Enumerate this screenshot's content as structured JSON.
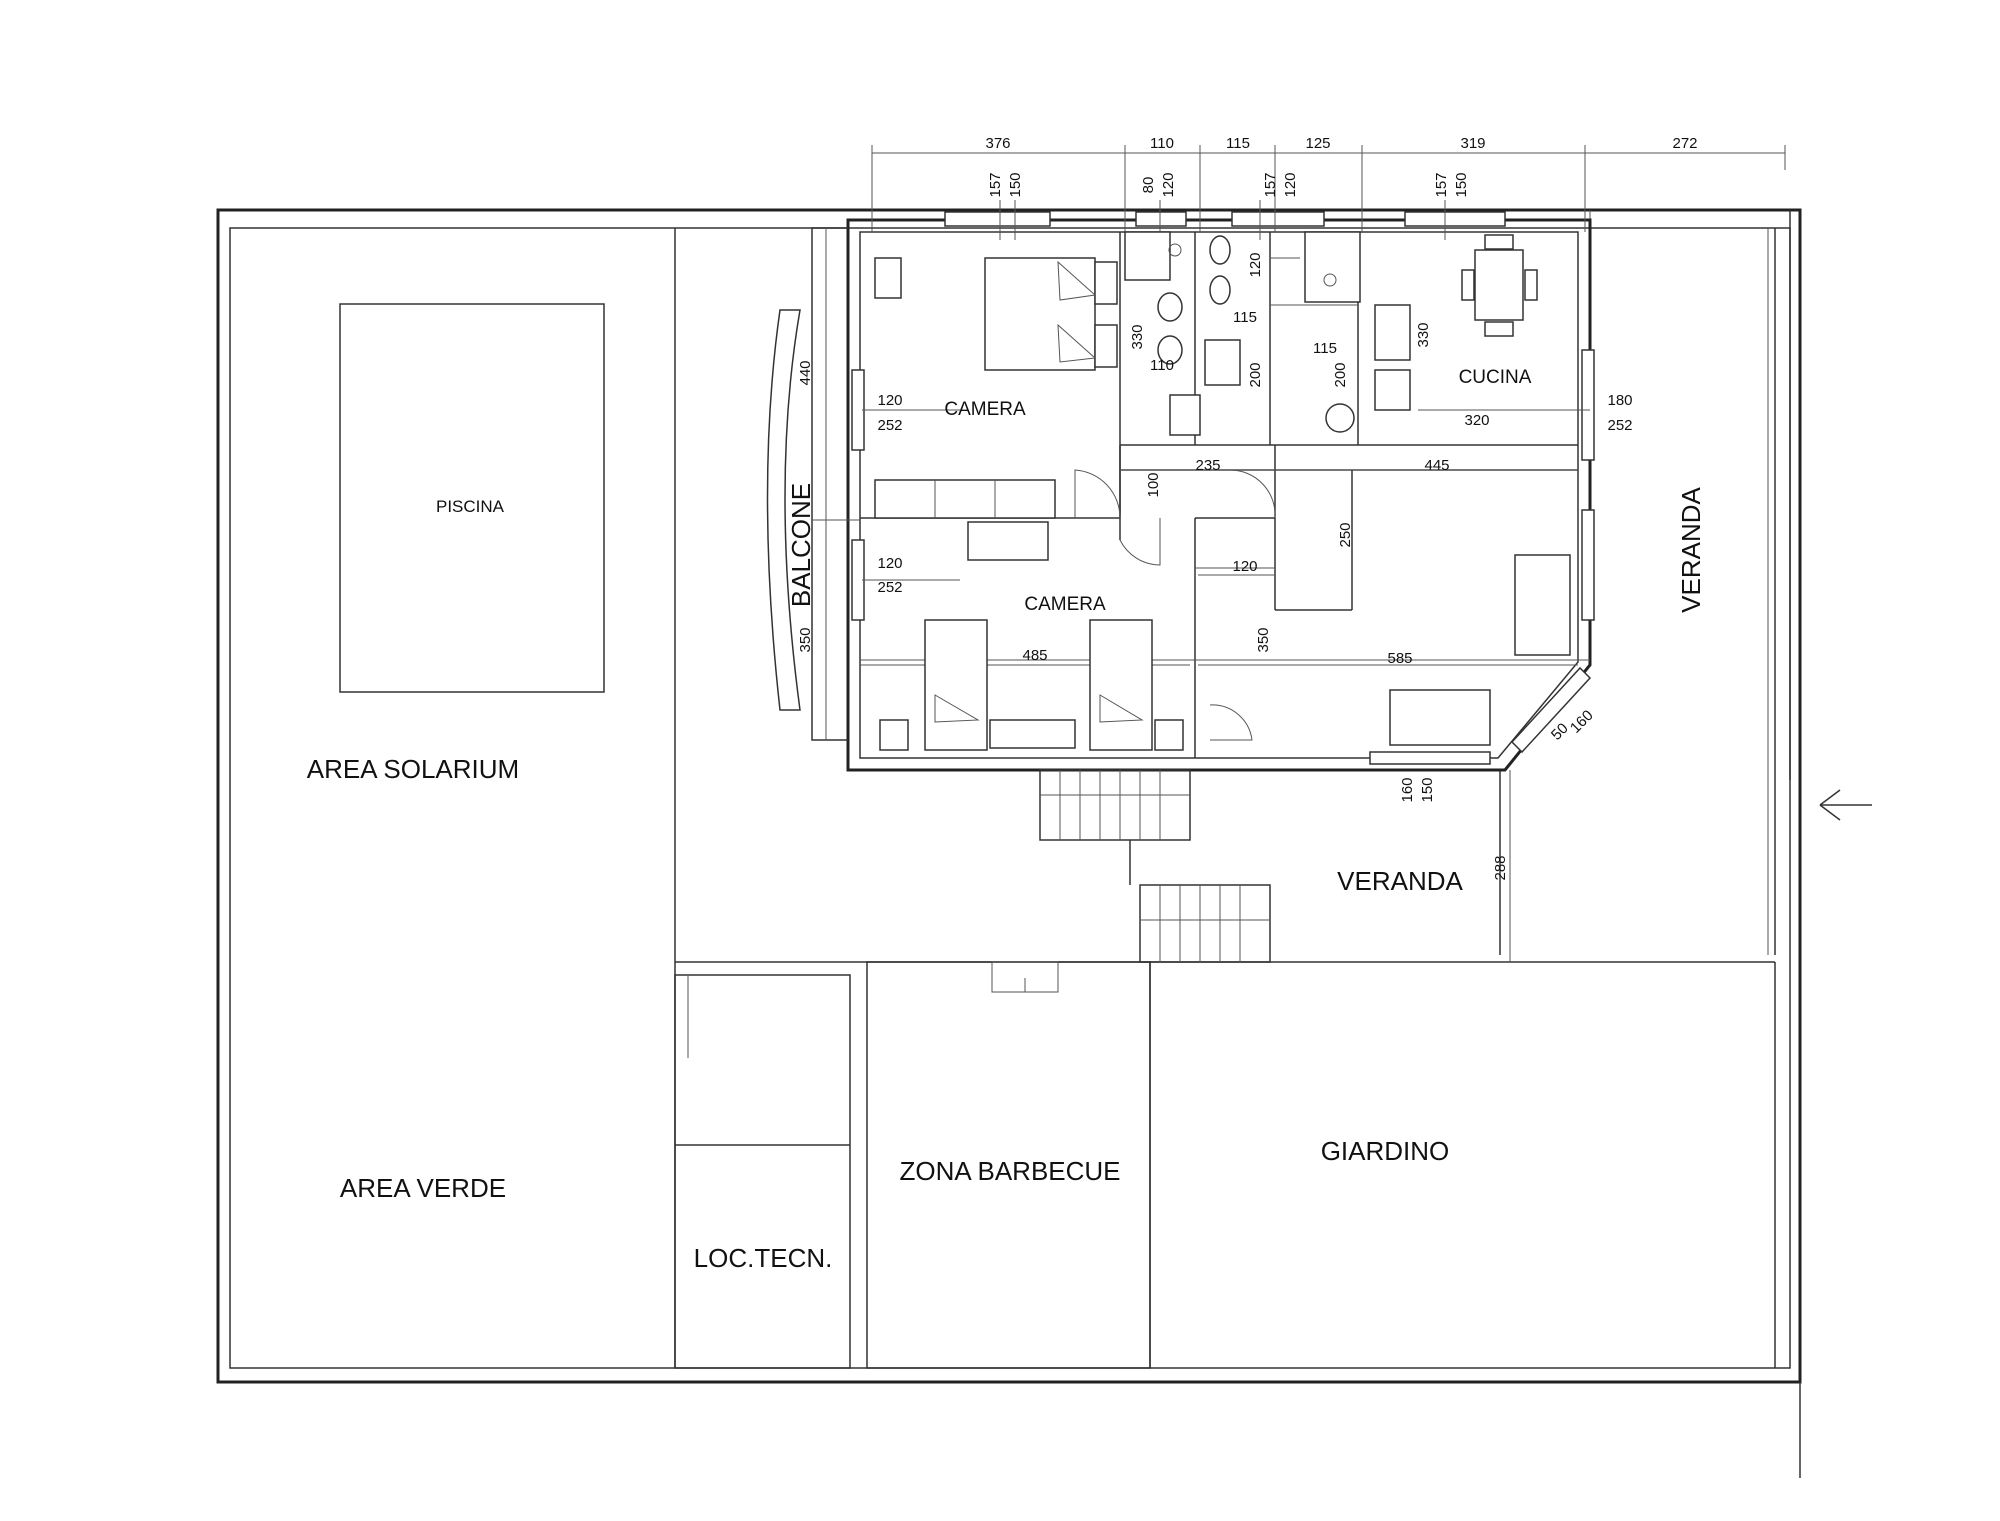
{
  "rooms": {
    "piscina": "PISCINA",
    "area_solarium": "AREA SOLARIUM",
    "area_verde": "AREA VERDE",
    "loc_tecn": "LOC.TECN.",
    "zona_barbecue": "ZONA BARBECUE",
    "giardino": "GIARDINO",
    "veranda_bottom": "VERANDA",
    "veranda_right": "VERANDA",
    "balcone": "BALCONE",
    "camera_1": "CAMERA",
    "camera_2": "CAMERA",
    "cucina": "CUCINA"
  },
  "dimensions": {
    "top": [
      "376",
      "110",
      "115",
      "125",
      "319",
      "272"
    ],
    "win_1": [
      "157",
      "150"
    ],
    "win_2": [
      "80",
      "120"
    ],
    "win_3": [
      "157",
      "120"
    ],
    "win_4": [
      "157",
      "150"
    ],
    "bath_120": "120",
    "bath_330_a": "330",
    "bath_115_a": "115",
    "bath_115_b": "115",
    "bath_110": "110",
    "bath_200_a": "200",
    "bath_200_b": "200",
    "kitchen_330": "330",
    "balcone_440": "440",
    "balcone_350": "350",
    "cam1_win": [
      "120",
      "252"
    ],
    "cam2_win": [
      "120",
      "252"
    ],
    "kitchen_win": [
      "180",
      "252"
    ],
    "kitchen_320": "320",
    "hall_235": "235",
    "hall_100": "100",
    "living_445": "445",
    "living_250": "250",
    "hall_120": "120",
    "hall_350": "350",
    "cam2_485": "485",
    "living_585": "585",
    "bay": [
      "160",
      "50"
    ],
    "bottom_win": [
      "160",
      "150"
    ],
    "veranda_288": "288"
  }
}
